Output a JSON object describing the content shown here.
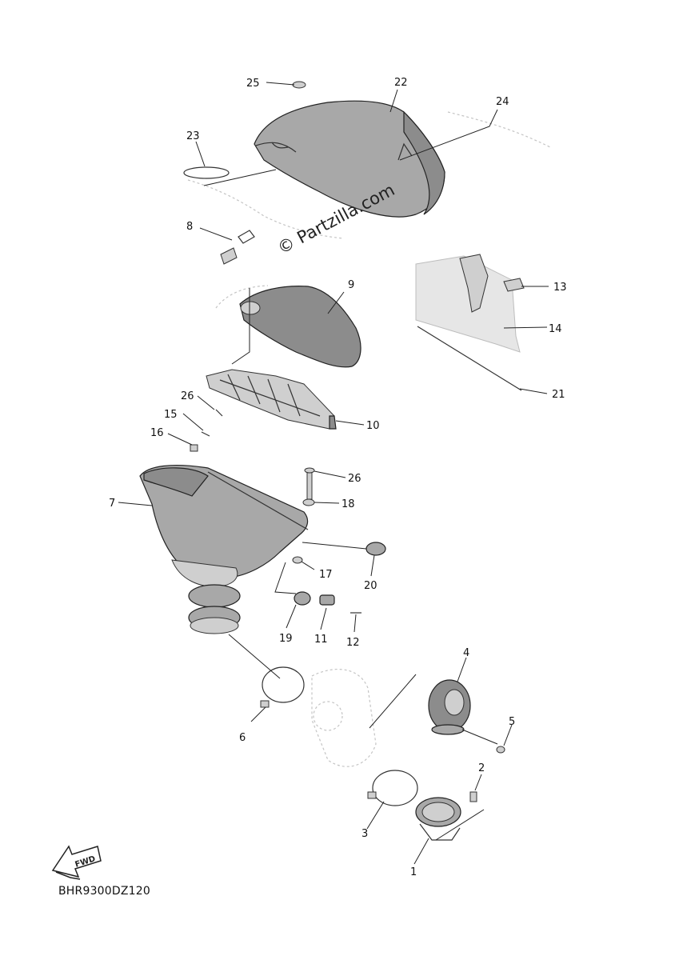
{
  "watermark": "© Partzilla.com",
  "diagram_code": "BHR9300DZ120",
  "fwd_label": "FWD",
  "callouts": {
    "c1": "1",
    "c2": "2",
    "c3": "3",
    "c4": "4",
    "c5": "5",
    "c6": "6",
    "c7": "7",
    "c8": "8",
    "c9": "9",
    "c10": "10",
    "c11": "11",
    "c12": "12",
    "c13": "13",
    "c14": "14",
    "c15": "15",
    "c16": "16",
    "c17": "17",
    "c18": "18",
    "c19": "19",
    "c20": "20",
    "c21": "21",
    "c22": "22",
    "c23": "23",
    "c24": "24",
    "c25": "25",
    "c26a": "26",
    "c26b": "26"
  }
}
